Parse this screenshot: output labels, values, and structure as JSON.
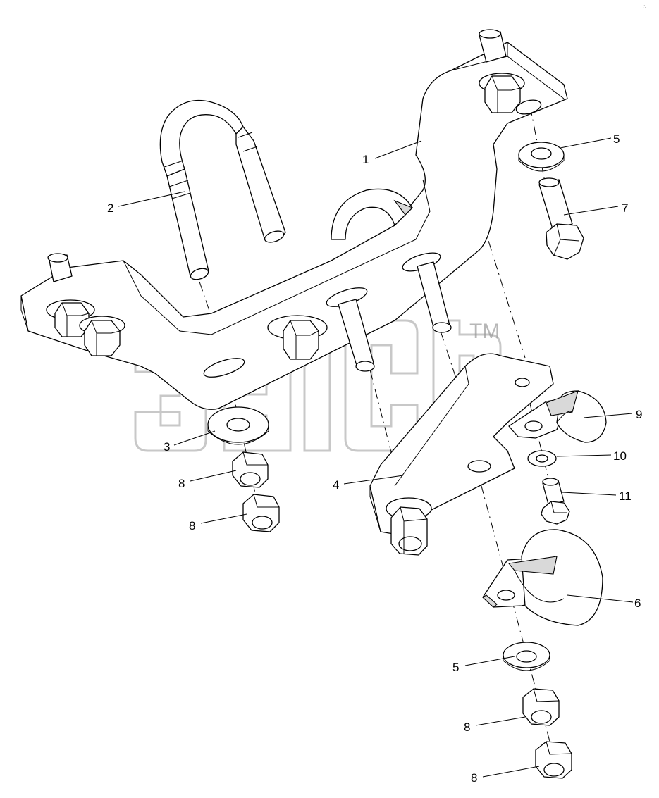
{
  "watermark": {
    "trademark": "TM"
  },
  "corner_mark": "∴",
  "callouts": [
    {
      "id": "c1",
      "label": "1"
    },
    {
      "id": "c2",
      "label": "2"
    },
    {
      "id": "c3",
      "label": "3"
    },
    {
      "id": "c4",
      "label": "4"
    },
    {
      "id": "c5a",
      "label": "5"
    },
    {
      "id": "c5b",
      "label": "5"
    },
    {
      "id": "c6",
      "label": "6"
    },
    {
      "id": "c7",
      "label": "7"
    },
    {
      "id": "c8a",
      "label": "8"
    },
    {
      "id": "c8b",
      "label": "8"
    },
    {
      "id": "c8c",
      "label": "8"
    },
    {
      "id": "c8d",
      "label": "8"
    },
    {
      "id": "c9",
      "label": "9"
    },
    {
      "id": "c10",
      "label": "10"
    },
    {
      "id": "c11",
      "label": "11"
    }
  ]
}
